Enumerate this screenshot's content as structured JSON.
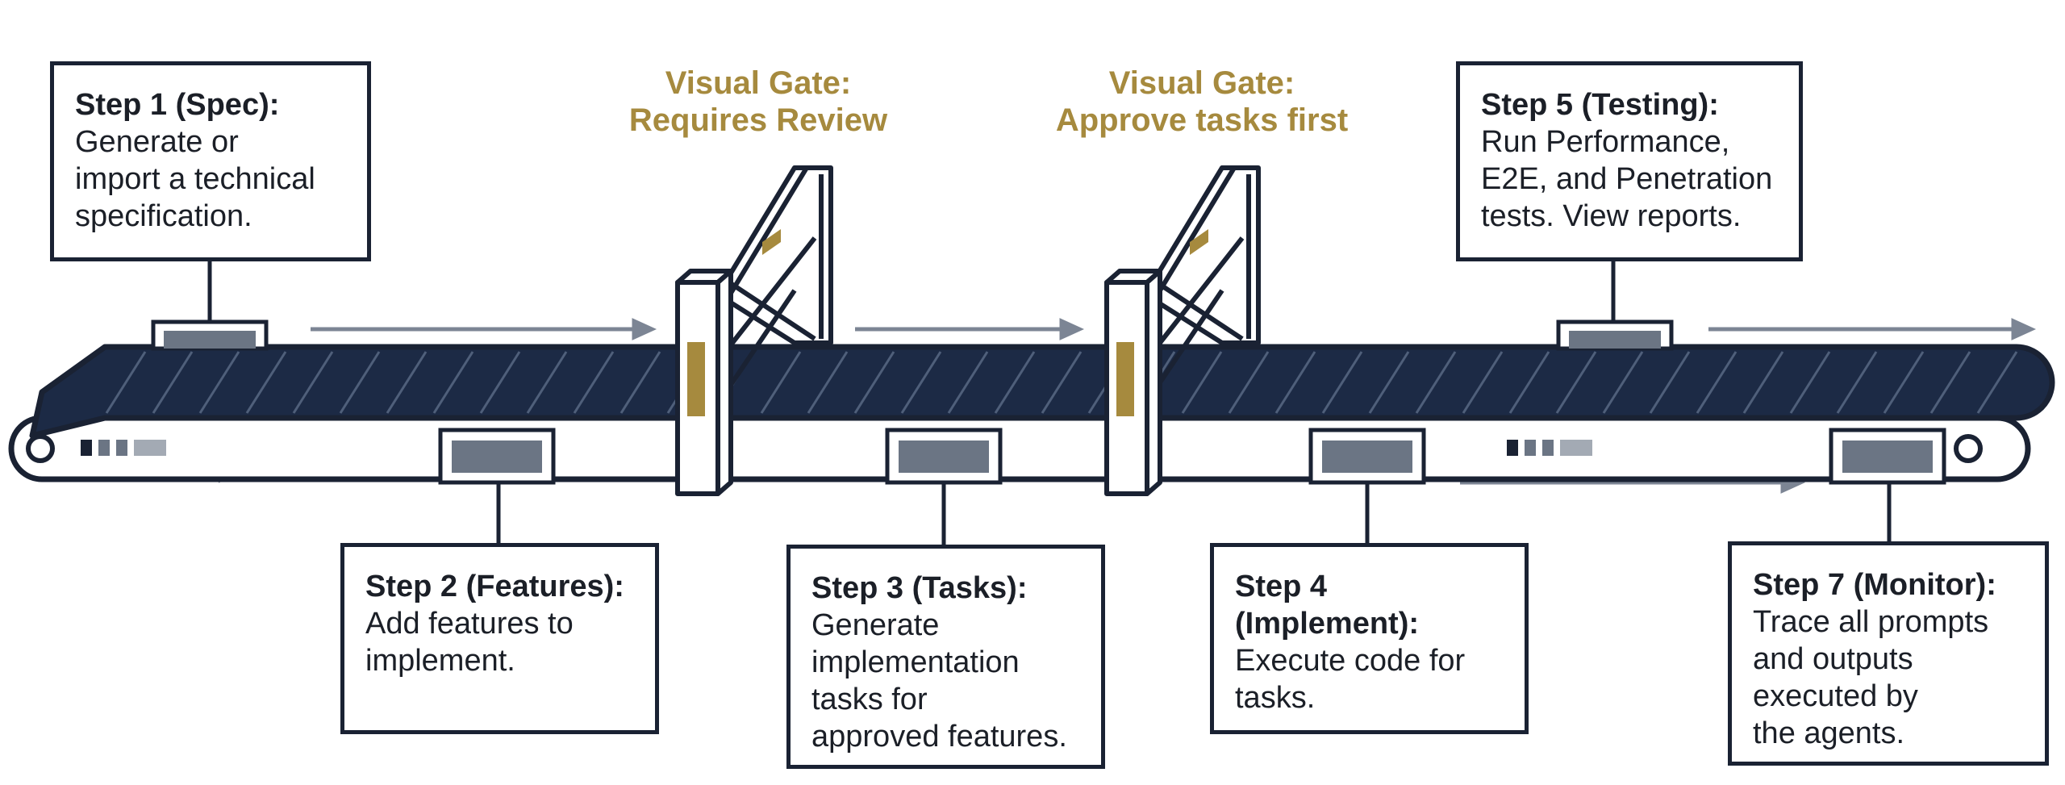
{
  "steps": [
    {
      "title": "Step 1 (Spec):",
      "body": "Generate or\nimport a technical\nspecification."
    },
    {
      "title": "Step 2 (Features):",
      "body": "Add features to\nimplement."
    },
    {
      "title": "Step 3 (Tasks):",
      "body": "Generate\nimplementation\ntasks for\napproved features."
    },
    {
      "title": "Step 4\n(Implement):",
      "body": "Execute code for\ntasks."
    },
    {
      "title": "Step 5 (Testing):",
      "body": "Run Performance,\nE2E, and Penetration\ntests. View reports."
    },
    {
      "title": "Step 7 (Monitor):",
      "body": "Trace all prompts\nand outputs\nexecuted by\nthe agents."
    }
  ],
  "gates": [
    {
      "line1": "Visual Gate:",
      "line2": "Requires Review"
    },
    {
      "line1": "Visual Gate:",
      "line2": "Approve tasks first"
    }
  ],
  "colors": {
    "belt": "#1c2a45",
    "outline": "#1a2233",
    "package": "#6b7584",
    "arrow": "#7c8594",
    "gate_accent": "#a68a3e"
  }
}
